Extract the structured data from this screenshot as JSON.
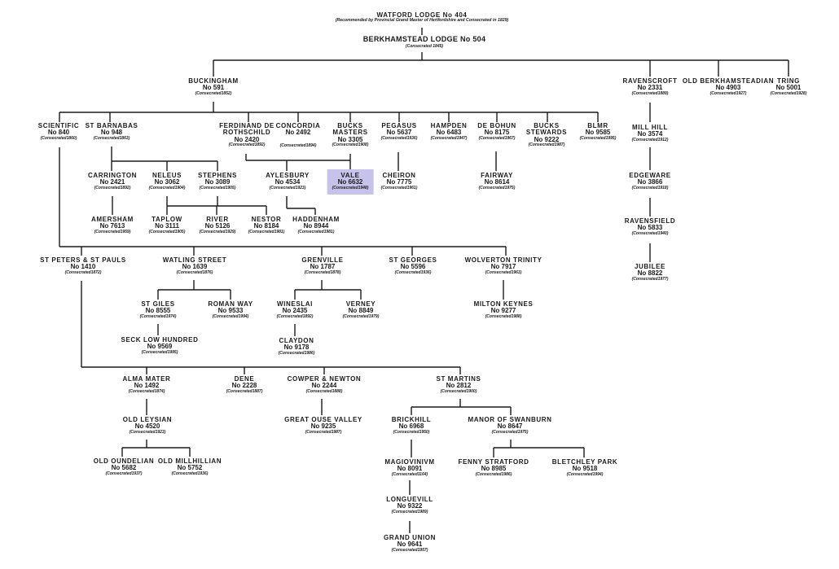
{
  "diagram": {
    "top": {
      "name": "WATFORD LODGE No 404",
      "note": "(Recommended by Provincial Grand Master of Hertfordshire and Consecrated in 1829)"
    },
    "root": {
      "name": "BERKHAMSTEAD LODGE No 504",
      "note": "(Consecrated 1845)"
    },
    "lodges": {
      "buckingham": {
        "name": "BUCKINGHAM",
        "no": "No 591",
        "cons": "(Consecrated1852)"
      },
      "ravenscroft": {
        "name": "RAVENSCROFT",
        "no": "No 2331",
        "cons": "(Consecrated1889)"
      },
      "old_berkhamsteadian": {
        "name": "OLD BERKHAMSTEADIAN",
        "no": "No 4903",
        "cons": "(Consecrated1927)"
      },
      "tring": {
        "name": "TRING",
        "no": "No 5001",
        "cons": "(Consecrated1928)"
      },
      "scientific": {
        "name": "SCIENTIFIC",
        "no": "No 840",
        "cons": "(Consecrated1860)"
      },
      "st_barnabas": {
        "name": "ST BARNABAS",
        "no": "No 948",
        "cons": "(Consecrated1863)"
      },
      "ferdinand": {
        "name": "FERDINAND DE",
        "name2": "ROTHSCHILD",
        "no": "No 2420",
        "cons": "(Consecrated1892)"
      },
      "concordia": {
        "name": "CONCORDIA",
        "no": "No 2492",
        "cons": "(Consecrated1894)"
      },
      "bucks_masters": {
        "name": "BUCKS",
        "name2": "MASTERS",
        "no": "No 3305",
        "cons": "(Consecrated1908)"
      },
      "pegasus": {
        "name": "PEGASUS",
        "no": "No 5637",
        "cons": "(Consecrated1936)"
      },
      "hampden": {
        "name": "HAMPDEN",
        "no": "No 6483",
        "cons": "(Consecrated1947)"
      },
      "de_bohun": {
        "name": "DE BOHUN",
        "no": "No 8175",
        "cons": "(Consecrated1967)"
      },
      "bucks_stewards": {
        "name": "BUCKS",
        "name2": "STEWARDS",
        "no": "No 9222",
        "cons": "(Consecrated1987)"
      },
      "blmr": {
        "name": "BLMR",
        "no": "No 9585",
        "cons": "(Consecrated1995)"
      },
      "mill_hill": {
        "name": "MILL HILL",
        "no": "No 3574",
        "cons": "(Consecrated1912)"
      },
      "carrington": {
        "name": "CARRINGTON",
        "no": "No 2421",
        "cons": "(Consecrated1892)"
      },
      "neleus": {
        "name": "NELEUS",
        "no": "No 3062",
        "cons": "(Consecrated1904)"
      },
      "stephens": {
        "name": "STEPHENS",
        "no": "No 3089",
        "cons": "(Consecrated1905)"
      },
      "aylesbury": {
        "name": "AYLESBURY",
        "no": "No 4534",
        "cons": "(Consecrated1923)"
      },
      "vale": {
        "name": "VALE",
        "no": "No 6632",
        "cons": "(Consecrated1948)"
      },
      "cheiron": {
        "name": "CHEIRON",
        "no": "No 7775",
        "cons": "(Consecrated1961)"
      },
      "fairway": {
        "name": "FAIRWAY",
        "no": "No 8614",
        "cons": "(Consecrated1975)"
      },
      "edgeware": {
        "name": "EDGEWARE",
        "no": "No 3866",
        "cons": "(Consecrated1918)"
      },
      "amersham": {
        "name": "AMERSHAM",
        "no": "No 7613",
        "cons": "(Consecrated1959)"
      },
      "taplow": {
        "name": "TAPLOW",
        "no": "No 3111",
        "cons": "(Consecrated1905)"
      },
      "river": {
        "name": "RIVER",
        "no": "No 5126",
        "cons": "(Consecrated1929)"
      },
      "nestor": {
        "name": "NESTOR",
        "no": "No 8184",
        "cons": "(Consecrated1981)"
      },
      "haddenham": {
        "name": "HADDENHAM",
        "no": "No 8944",
        "cons": "(Consecrated1981)"
      },
      "ravensfield": {
        "name": "RAVENSFIELD",
        "no": "No 5833",
        "cons": "(Consecrated1940)"
      },
      "jubilee": {
        "name": "JUBILEE",
        "no": "No 8822",
        "cons": "(Consecrated1977)"
      },
      "st_peters": {
        "name": "ST PETERS & ST PAULS",
        "no": "No 1410",
        "cons": "(Consecrated1872)"
      },
      "watling": {
        "name": "WATLING STREET",
        "no": "No 1639",
        "cons": "(Consecrated1876)"
      },
      "grenville": {
        "name": "GRENVILLE",
        "no": "No 1787",
        "cons": "(Consecrated1878)"
      },
      "st_georges": {
        "name": "ST GEORGES",
        "no": "No 5596",
        "cons": "(Consecrated1936)"
      },
      "wolverton": {
        "name": "WOLVERTON TRINITY",
        "no": "No 7917",
        "cons": "(Consecrated1963)"
      },
      "st_giles": {
        "name": "ST GILES",
        "no": "No 8555",
        "cons": "(Consecrated1974)"
      },
      "roman_way": {
        "name": "ROMAN WAY",
        "no": "No 9533",
        "cons": "(Consecrated1994)"
      },
      "wineslai": {
        "name": "WINESLAI",
        "no": "No 2435",
        "cons": "(Consecrated1892)"
      },
      "verney": {
        "name": "VERNEY",
        "no": "No 8849",
        "cons": "(Consecrated1979)"
      },
      "milton_keynes": {
        "name": "MILTON KEYNES",
        "no": "No 9277",
        "cons": "(Consecrated1988)"
      },
      "seck_low": {
        "name": "SECK LOW HUNDRED",
        "no": "No 9569",
        "cons": "(Consecrated1995)"
      },
      "claydon": {
        "name": "CLAYDON",
        "no": "No 9178",
        "cons": "(Consecrated1986)"
      },
      "alma_mater": {
        "name": "ALMA MATER",
        "no": "No 1492",
        "cons": "(Consecrated1874)"
      },
      "dene": {
        "name": "DENE",
        "no": "No 2228",
        "cons": "(Consecrated1887)"
      },
      "cowper": {
        "name": "COWPER & NEWTON",
        "no": "No 2244",
        "cons": "(Consecrated1888)"
      },
      "st_martins": {
        "name": "ST MARTINS",
        "no": "No 2812",
        "cons": "(Consecrated1900)"
      },
      "old_leysian": {
        "name": "OLD LEYSIAN",
        "no": "No 4520",
        "cons": "(Consecrated1923)"
      },
      "great_ouse": {
        "name": "GREAT OUSE VALLEY",
        "no": "No 9235",
        "cons": "(Consecrated1987)"
      },
      "brickhill": {
        "name": "BRICKHILL",
        "no": "No 6968",
        "cons": "(Consecrated1950)"
      },
      "manor_swanburn": {
        "name": "MANOR OF SWANBURN",
        "no": "No 8647",
        "cons": "(Consecrated1975)"
      },
      "old_oundelian": {
        "name": "OLD OUNDELIAN",
        "no": "No 5682",
        "cons": "(Consecrated1937)"
      },
      "old_millhillian": {
        "name": "OLD MILLHILLIAN",
        "no": "No 5752",
        "cons": "(Consecrated1936)"
      },
      "magiovinivm": {
        "name": "MAGIOVINIVM",
        "no": "No 8091",
        "cons": "(Consecrated1164)"
      },
      "fenny_stratford": {
        "name": "FENNY STRATFORD",
        "no": "No 8985",
        "cons": "(Consecrated1986)"
      },
      "bletchley_park": {
        "name": "BLETCHLEY PARK",
        "no": "No 9518",
        "cons": "(Consecrated1994)"
      },
      "longuevill": {
        "name": "LONGUEVILL",
        "no": "No 9322",
        "cons": "(Consecrated1989)"
      },
      "grand_union": {
        "name": "GRAND UNION",
        "no": "No 9641",
        "cons": "(Consecrated1957)"
      }
    },
    "highlight_color": "#c7c2ea",
    "highlighted_lodge": "vale"
  }
}
